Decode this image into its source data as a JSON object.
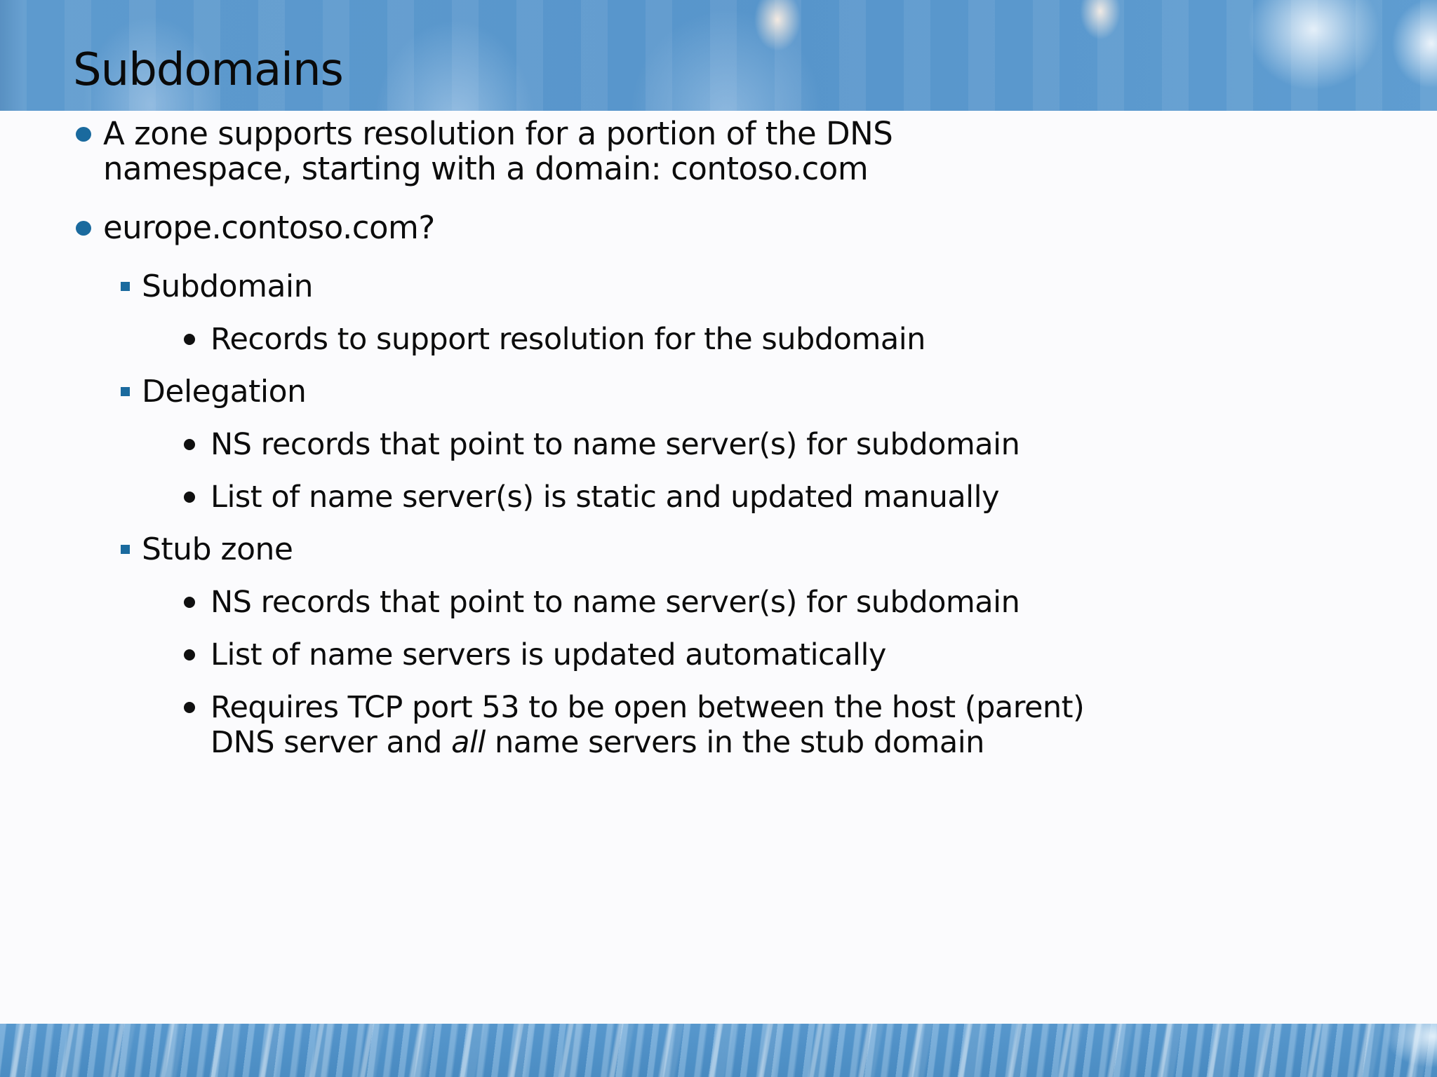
{
  "slide": {
    "title": "Subdomains",
    "colors": {
      "accent_bullet": "#1a6a9e",
      "header_blue": "#5795cb",
      "footer_blue": "#4c8fc6",
      "text": "#0c0c0c"
    },
    "bullets": [
      {
        "level": 1,
        "marker": "circle-bullet-icon",
        "segments": [
          {
            "text": "A zone supports resolution for a portion of the DNS"
          },
          {
            "br": true
          },
          {
            "text": "namespace, starting with a domain: contoso.com"
          }
        ]
      },
      {
        "level": 1,
        "marker": "circle-bullet-icon",
        "segments": [
          {
            "text": "europe.contoso.com?"
          }
        ]
      },
      {
        "level": 2,
        "marker": "square-bullet-icon",
        "segments": [
          {
            "text": "Subdomain"
          }
        ]
      },
      {
        "level": 3,
        "marker": "dot-bullet-icon",
        "segments": [
          {
            "text": "Records to support resolution for the subdomain"
          }
        ]
      },
      {
        "level": 2,
        "marker": "square-bullet-icon",
        "segments": [
          {
            "text": "Delegation"
          }
        ]
      },
      {
        "level": 3,
        "marker": "dot-bullet-icon",
        "segments": [
          {
            "text": "NS records that point to name server(s) for subdomain"
          }
        ]
      },
      {
        "level": 3,
        "marker": "dot-bullet-icon",
        "segments": [
          {
            "text": "List of name server(s) is static and updated manually"
          }
        ]
      },
      {
        "level": 2,
        "marker": "square-bullet-icon",
        "segments": [
          {
            "text": "Stub zone"
          }
        ]
      },
      {
        "level": 3,
        "marker": "dot-bullet-icon",
        "segments": [
          {
            "text": "NS records that point to name server(s) for subdomain"
          }
        ]
      },
      {
        "level": 3,
        "marker": "dot-bullet-icon",
        "segments": [
          {
            "text": "List of name servers is updated automatically"
          }
        ]
      },
      {
        "level": 3,
        "marker": "dot-bullet-icon",
        "segments": [
          {
            "text": "Requires TCP port 53 to be open between the host (parent)"
          },
          {
            "br": true
          },
          {
            "text": "DNS server and "
          },
          {
            "text": "all",
            "italic": true
          },
          {
            "text": " name servers in the stub domain"
          }
        ]
      }
    ]
  }
}
